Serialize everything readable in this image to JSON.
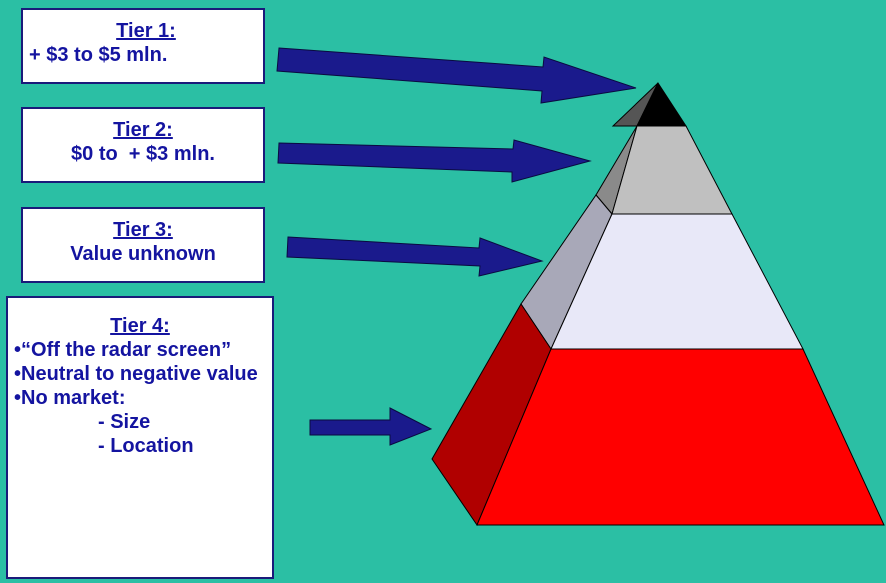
{
  "tiers": [
    {
      "title": "Tier 1:",
      "lines": [
        "+ $3 to $5 mln."
      ]
    },
    {
      "title": "Tier 2:",
      "lines": [
        "$0 to  + $3 mln."
      ]
    },
    {
      "title": "Tier 3:",
      "lines": [
        "Value unknown"
      ]
    },
    {
      "title": "Tier 4:",
      "bullets": [
        "“Off the radar screen”",
        "Neutral to negative value",
        "No market:"
      ],
      "subitems": [
        "- Size",
        "- Location"
      ]
    }
  ],
  "colors": {
    "background": "#2bbfa4",
    "arrow": "#1a1a8c",
    "tier1": "#000000",
    "tier2": "#c0c0c0",
    "tier3": "#e8e8f8",
    "tier4": "#ff0000",
    "tier4_side": "#b00000"
  }
}
